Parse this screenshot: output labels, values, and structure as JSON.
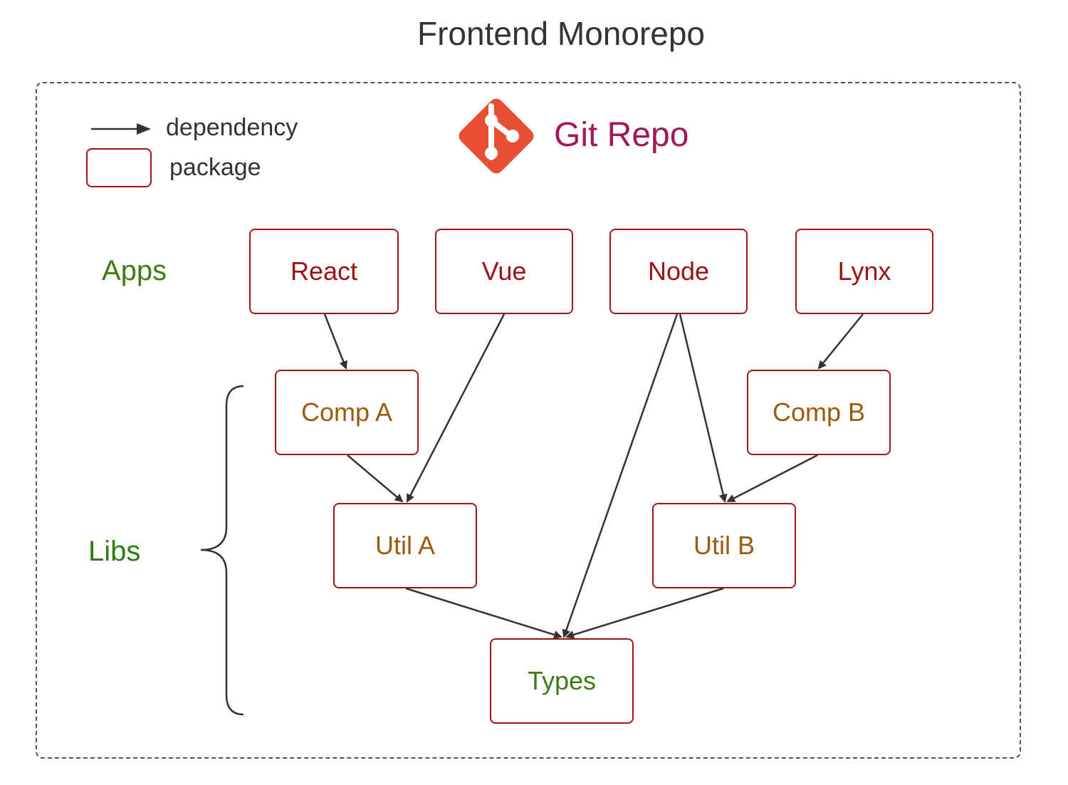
{
  "title": "Frontend Monorepo",
  "legend": {
    "dependency_label": "dependency",
    "package_label": "package"
  },
  "repo": {
    "label": "Git Repo",
    "logo_icon": "git-logo-icon",
    "logo_color": "#e84e31"
  },
  "groups": {
    "apps_label": "Apps",
    "libs_label": "Libs"
  },
  "packages": {
    "react": "React",
    "vue": "Vue",
    "node": "Node",
    "lynx": "Lynx",
    "comp_a": "Comp A",
    "comp_b": "Comp B",
    "util_a": "Util A",
    "util_b": "Util B",
    "types": "Types"
  },
  "dependencies": [
    {
      "from": "React",
      "to": "Comp A"
    },
    {
      "from": "Vue",
      "to": "Util A"
    },
    {
      "from": "Node",
      "to": "Types"
    },
    {
      "from": "Node",
      "to": "Util B"
    },
    {
      "from": "Lynx",
      "to": "Comp B"
    },
    {
      "from": "Comp A",
      "to": "Util A"
    },
    {
      "from": "Comp B",
      "to": "Util B"
    },
    {
      "from": "Util A",
      "to": "Types"
    },
    {
      "from": "Util B",
      "to": "Types"
    }
  ],
  "colors": {
    "box_border": "#a31515",
    "app_text": "#9c1212",
    "lib_text": "#9c5a0c",
    "types_text": "#3f7a12",
    "group_label": "#3f7d12",
    "repo_label": "#a0175a"
  }
}
